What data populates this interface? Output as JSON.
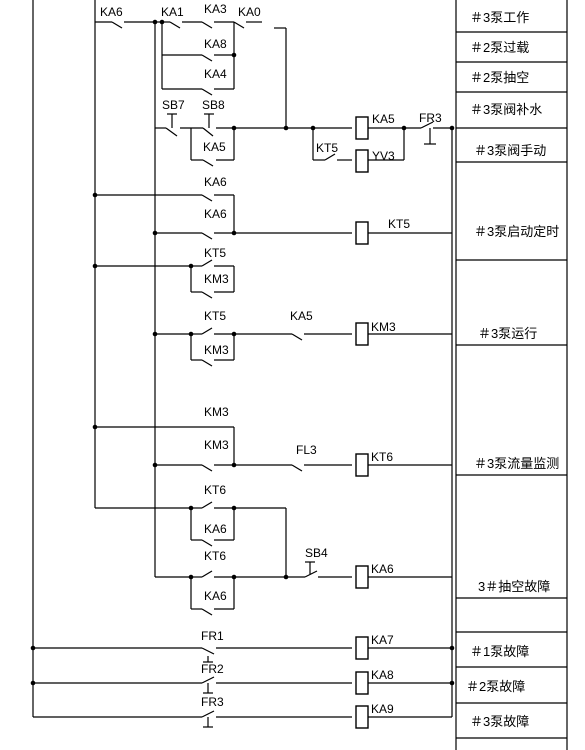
{
  "labels": {
    "ka6_top": "KA6",
    "ka1": "KA1",
    "ka3": "KA3",
    "ka0": "KA0",
    "ka8_a": "KA8",
    "ka4": "KA4",
    "sb7": "SB7",
    "sb8": "SB8",
    "ka5_hold": "KA5",
    "ka5_coil": "KA5",
    "fr3_nc": "FR3",
    "kt5_sw": "KT5",
    "yv3": "YV3",
    "ka6_c1": "KA6",
    "ka6_c2": "KA6",
    "kt5_coil": "KT5",
    "kt5_a": "KT5",
    "km3_a": "KM3",
    "kt5_b": "KT5",
    "km3_b": "KM3",
    "ka5_c": "KA5",
    "km3_coil": "KM3",
    "km3_c": "KM3",
    "km3_d": "KM3",
    "fl3": "FL3",
    "kt6_coil": "KT6",
    "kt6_a": "KT6",
    "ka6_a": "KA6",
    "kt6_b": "KT6",
    "ka6_b": "KA6",
    "sb4": "SB4",
    "ka6_coil": "KA6",
    "fr1": "FR1",
    "ka7": "KA7",
    "fr2": "FR2",
    "ka8_coil": "KA8",
    "fr3": "FR3",
    "ka9": "KA9"
  },
  "table": [
    "＃3泵工作",
    "＃2泵过载",
    "＃2泵抽空",
    "＃3泵阀补水",
    "＃3泵阀手动",
    "＃3泵启动定时",
    "＃3泵运行",
    "＃3泵流量监测",
    "3＃抽空故障",
    "＃1泵故障",
    "＃2泵故障",
    "＃3泵故障"
  ]
}
